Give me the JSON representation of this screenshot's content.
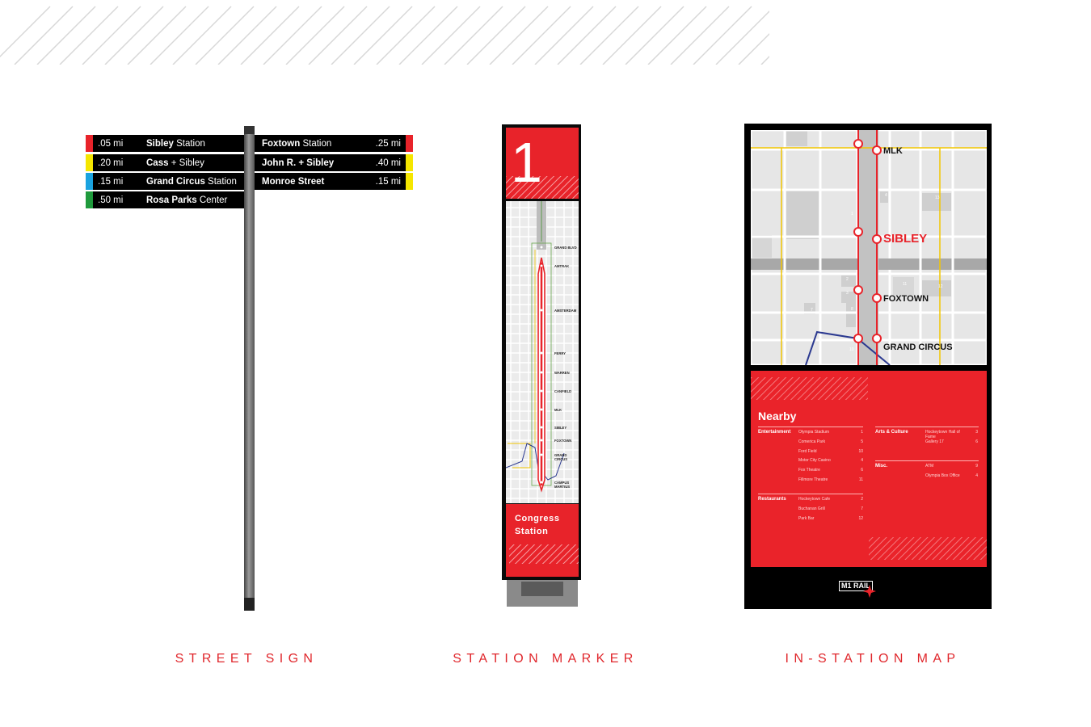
{
  "street_sign": {
    "left": [
      {
        "dist": ".05 mi",
        "bold": "Sibley",
        "rest": " Station",
        "color": "#e8232a"
      },
      {
        "dist": ".20 mi",
        "bold": "Cass",
        "rest": " + Sibley",
        "color": "#f5e600"
      },
      {
        "dist": ".15 mi",
        "bold": "Grand Circus",
        "rest": " Station",
        "color": "#1aa3e0"
      },
      {
        "dist": ".50 mi",
        "bold": "Rosa Parks",
        "rest": " Center",
        "color": "#1f9a3c"
      }
    ],
    "right": [
      {
        "dist": ".25 mi",
        "bold": "Foxtown",
        "rest": " Station",
        "color": "#e8232a"
      },
      {
        "dist": ".40 mi",
        "bold": "John R. + Sibley",
        "rest": "",
        "color": "#f5e600"
      },
      {
        "dist": ".15 mi",
        "bold": "Monroe Street",
        "rest": "",
        "color": "#f5e600"
      }
    ]
  },
  "station_marker": {
    "number": "1",
    "station_line1": "Congress",
    "station_line2": "Station",
    "stops": [
      "GRAND BLVD",
      "AMTRAK",
      "AMSTERDAM",
      "FERRY",
      "WARREN",
      "CANFIELD",
      "MLK",
      "SIBLEY",
      "FOXTOWN",
      "GRAND CIRCUS",
      "CAMPUS MARTIUS"
    ]
  },
  "in_station_map": {
    "stations": [
      "MLK",
      "SIBLEY",
      "FOXTOWN",
      "GRAND CIRCUS"
    ],
    "block_numbers": [
      "4",
      "13",
      "1",
      "2",
      "3",
      "11",
      "12",
      "7",
      "8",
      "10"
    ],
    "nearby_title": "Nearby",
    "left_groups": [
      {
        "category": "Entertainment",
        "items": [
          [
            "Olympia Stadium",
            "1"
          ],
          [
            "Comerica Park",
            "5"
          ],
          [
            "Ford Field",
            "10"
          ],
          [
            "Motor City Casino",
            "4"
          ],
          [
            "Fox Theatre",
            "6"
          ],
          [
            "Fillmore Theatre",
            "11"
          ]
        ]
      },
      {
        "category": "Restaurants",
        "items": [
          [
            "Hockeytown Cafe",
            "2"
          ],
          [
            "Buchanan Grill",
            "7"
          ],
          [
            "Park Bar",
            "12"
          ]
        ]
      }
    ],
    "right_groups": [
      {
        "category": "Arts & Culture",
        "items": [
          [
            "Hockeytown Hall of Fame",
            "3"
          ],
          [
            "Gallery 17",
            "6"
          ]
        ]
      },
      {
        "category": "Misc.",
        "items": [
          [
            "ATM",
            "9"
          ],
          [
            "Olympia Box Office",
            "4"
          ]
        ]
      }
    ],
    "logo": "M1 RAIL"
  },
  "captions": {
    "street_sign": "STREET SIGN",
    "station_marker": "STATION MARKER",
    "in_station_map": "IN-STATION MAP"
  },
  "colors": {
    "accent_red": "#e8232a",
    "caption_red": "#e0262b",
    "line_blue": "#2b3990",
    "line_yellow": "#f2c500"
  }
}
